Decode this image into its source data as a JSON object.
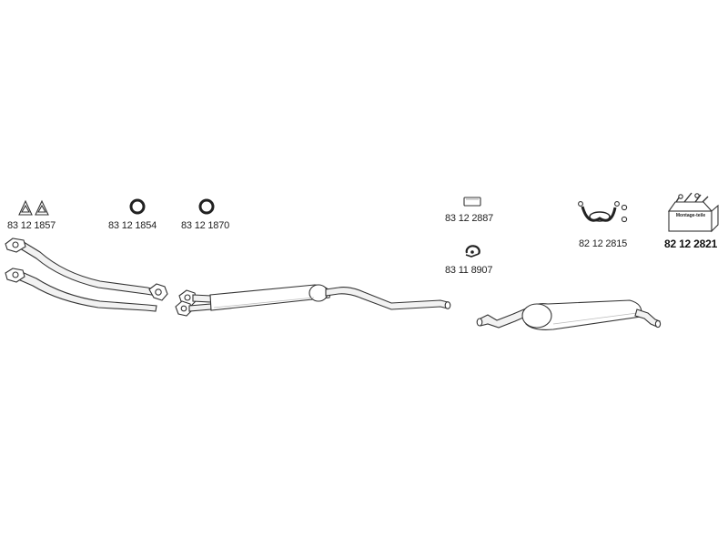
{
  "parts": [
    {
      "number": "83 12 1857",
      "icon": "triangle-gaskets-icon"
    },
    {
      "number": "83 12 1854",
      "icon": "ring-gasket-icon"
    },
    {
      "number": "83 12 1870",
      "icon": "ring-gasket-icon"
    },
    {
      "number": "83 12 2887",
      "icon": "pipe-connector-icon"
    },
    {
      "number": "83 11 8907",
      "icon": "pipe-clamp-icon"
    },
    {
      "number": "82 12 2815",
      "icon": "rubber-hanger-icon"
    },
    {
      "number": "82 12 2821",
      "icon": "mounting-kit-box-icon"
    }
  ],
  "kit_box_text": "Montage-teile"
}
